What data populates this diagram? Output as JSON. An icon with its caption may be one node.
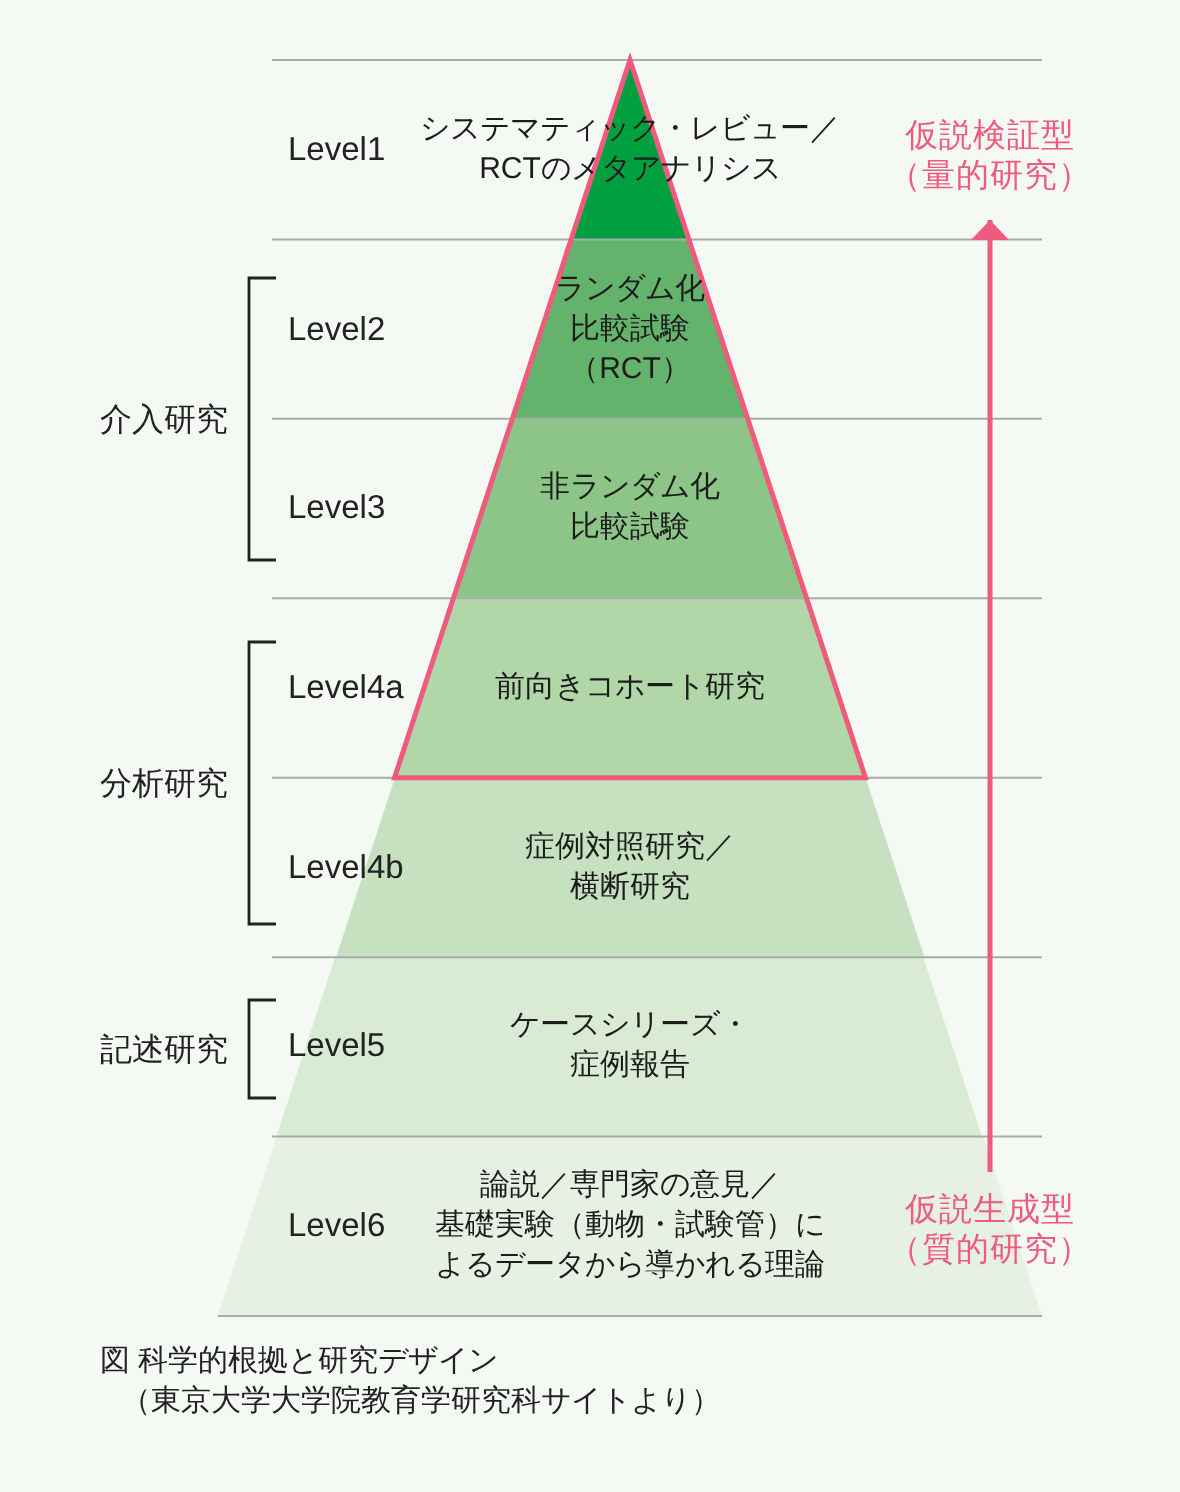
{
  "diagram": {
    "caption": "図 科学的根拠と研究デザイン（東京大学大学院教育学研究科サイトより）",
    "nodes": [
      {
        "text": [
          "Level1",
          "システマティック・レビュー／RCTのメタアナリシス"
        ]
      },
      {
        "text": [
          "ランダム化比較試験（RCT）"
        ],
        "beside": [
          "Level2"
        ]
      },
      {
        "text": [
          "Level3",
          "非ランダム化比較試験"
        ]
      },
      {
        "text": [
          "Level4a",
          "前向きコホート研究"
        ]
      },
      {
        "text": [
          "Level4b",
          "症例対照研究／横断研究"
        ]
      },
      {
        "text": [
          "Level5",
          "ケースシリーズ・症例報告"
        ]
      },
      {
        "text": [
          "Level6",
          "論説／専門家の意見／基礎実験（動物・試験管）によるデータから導かれる理論"
        ]
      },
      {
        "text": [
          "仮説検証型",
          "（量的研究）"
        ]
      },
      {
        "text": [
          "仮説生成型",
          "（質的研究）"
        ]
      }
    ],
    "edges": [
      {
        "from": 8,
        "to": 7,
        "arrow": "to"
      }
    ],
    "labels": [
      "介入研究",
      "分析研究",
      "記述研究"
    ]
  }
}
